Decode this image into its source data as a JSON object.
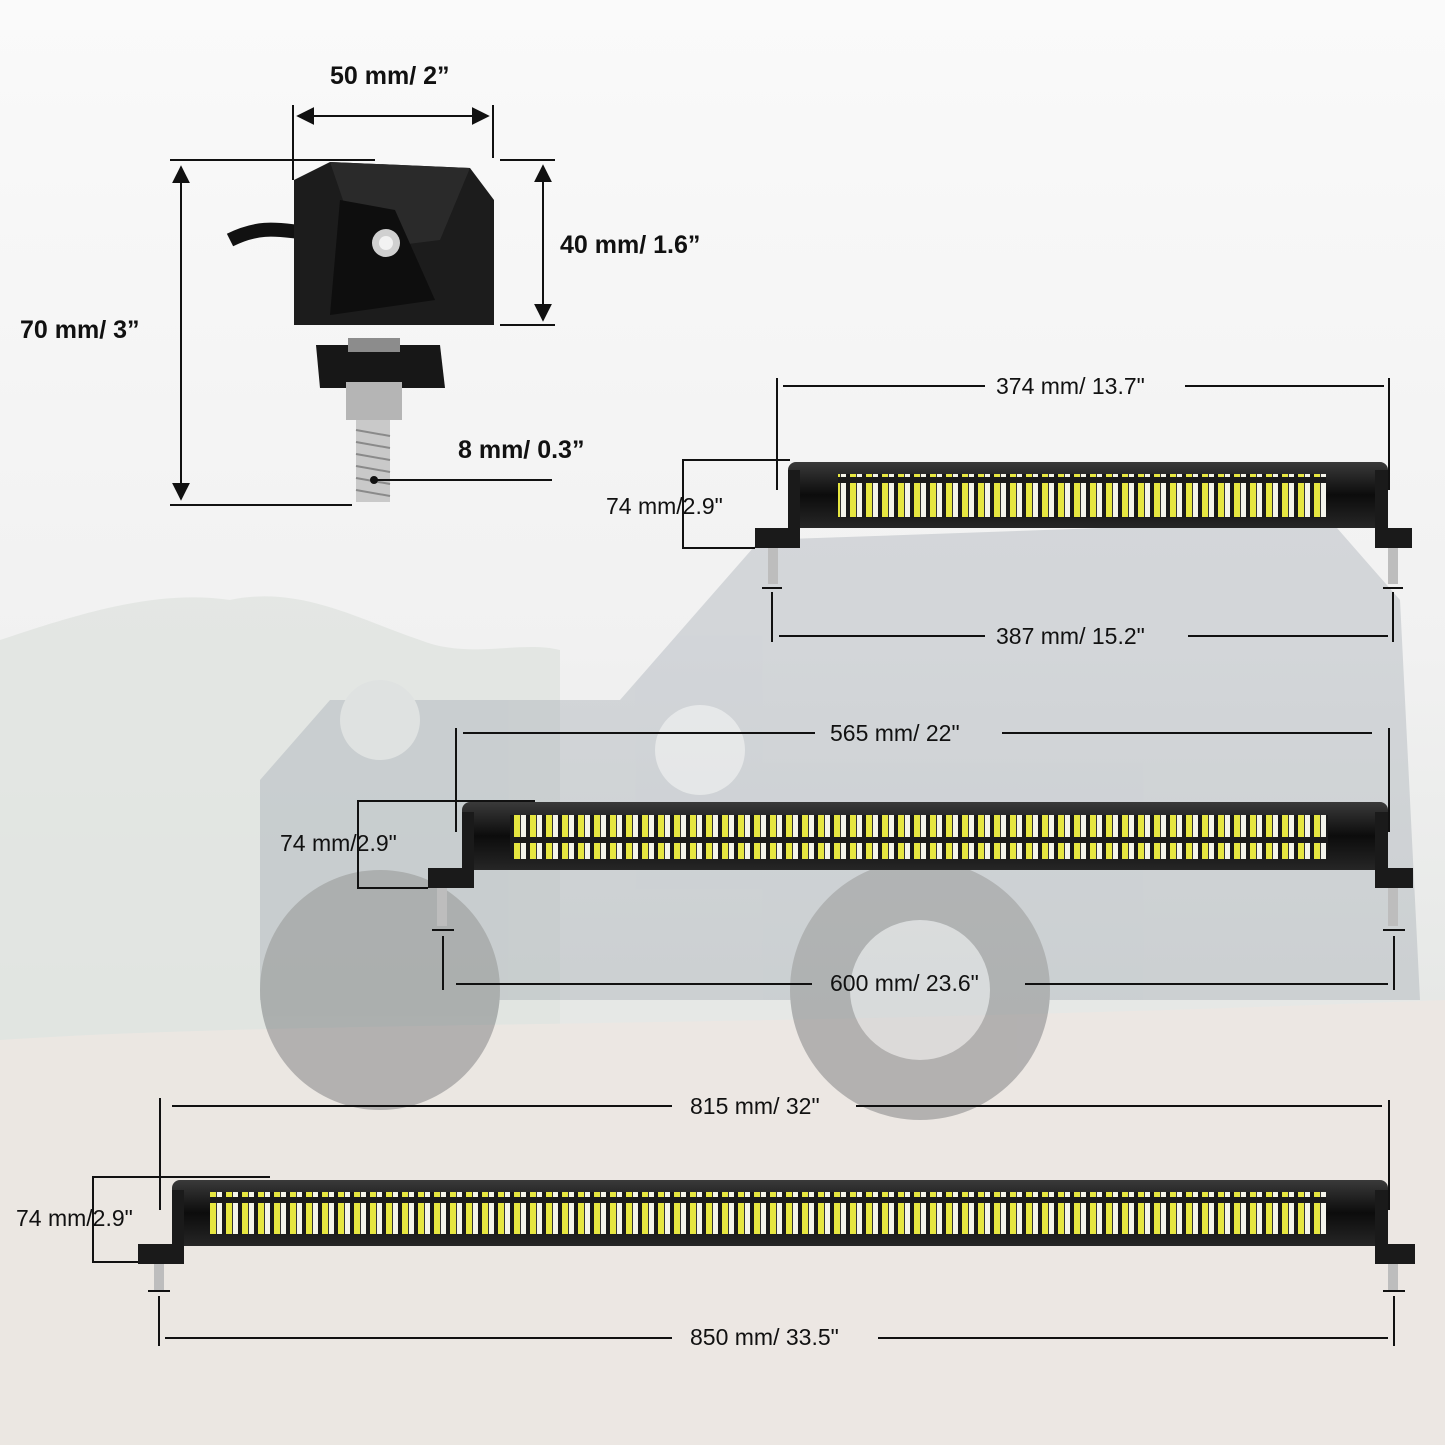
{
  "colors": {
    "background": "#f6f6f6",
    "bar_housing": "#111111",
    "led_yellow": "#e6e640",
    "led_white": "#f4f4ea",
    "dimension_line": "#111111"
  },
  "pod_light": {
    "width_label": "50 mm/ 2”",
    "height_label": "40 mm/ 1.6”",
    "total_height_label": "70 mm/ 3”",
    "bolt_label": "8 mm/  0.3”"
  },
  "bars": [
    {
      "length_label": "374 mm/ 13.7\"",
      "height_label": "74 mm/2.9\"",
      "mount_span_label": "387 mm/ 15.2\""
    },
    {
      "length_label": "565 mm/ 22\"",
      "height_label": "74 mm/2.9\"",
      "mount_span_label": "600 mm/ 23.6\""
    },
    {
      "length_label": "815 mm/ 32\"",
      "height_label": "74 mm/2.9\"",
      "mount_span_label": "850 mm/ 33.5\""
    }
  ]
}
